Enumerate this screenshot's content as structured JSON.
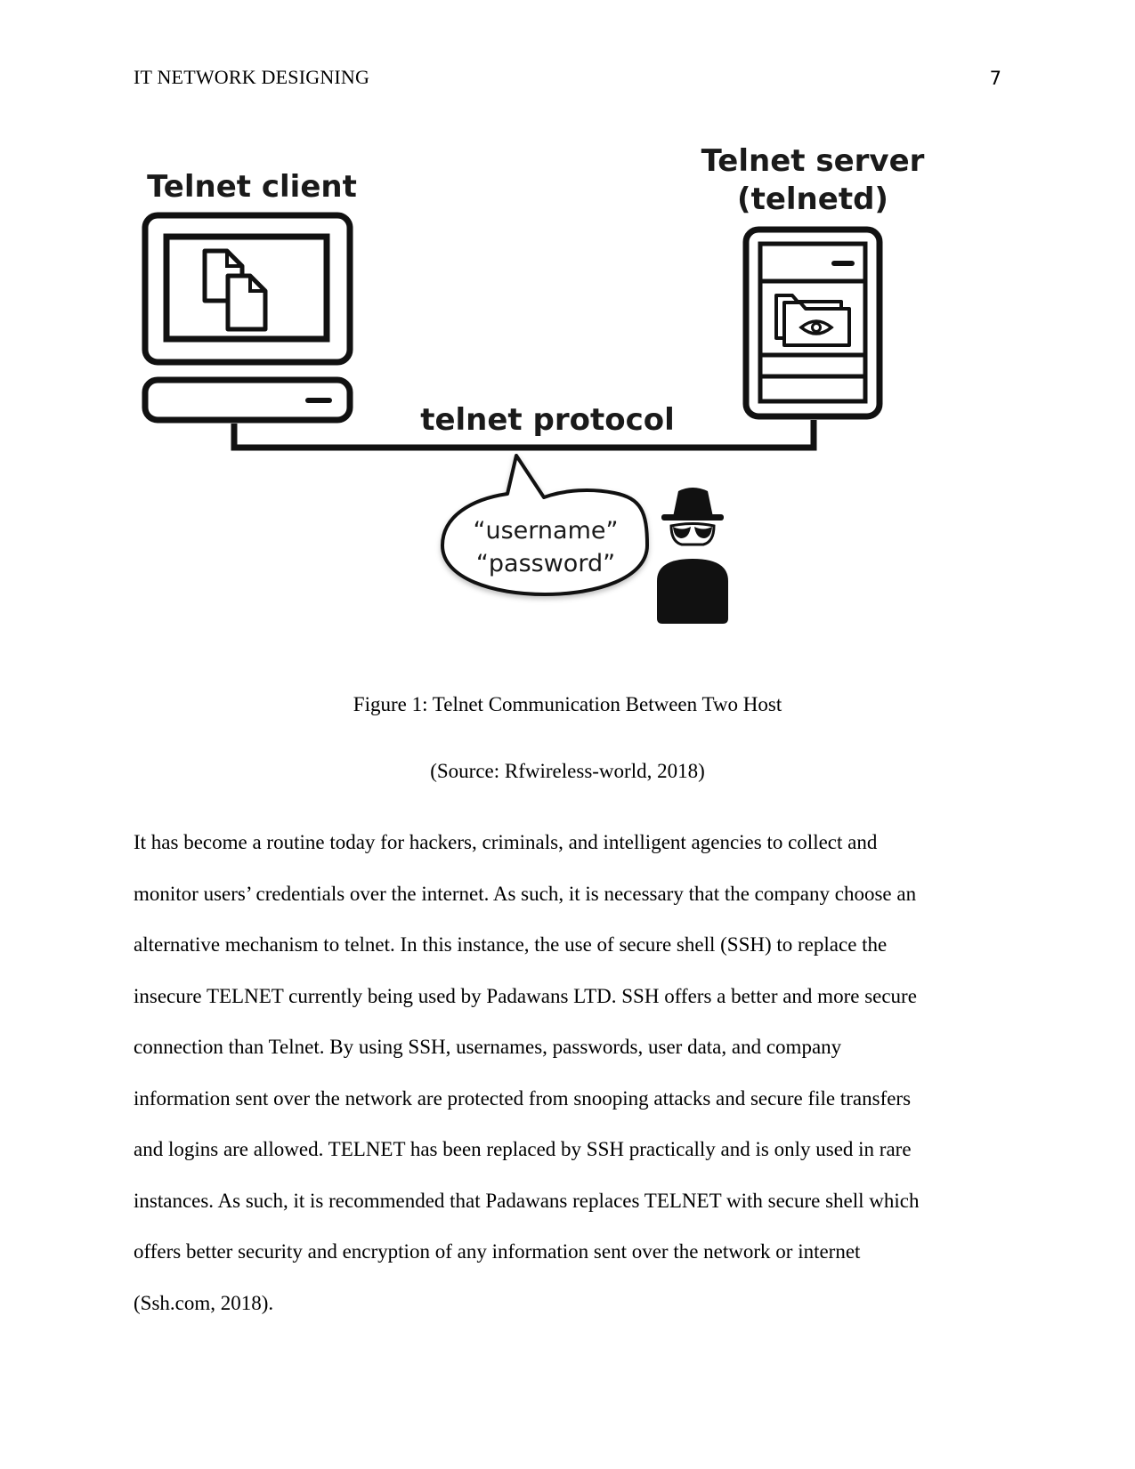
{
  "header": {
    "running_head": "IT NETWORK DESIGNING",
    "page_number": "7"
  },
  "figure": {
    "client_label": "Telnet client",
    "server_label_line1": "Telnet server",
    "server_label_line2": "(telnetd)",
    "protocol_label": "telnet protocol",
    "bubble_line1": "“username”",
    "bubble_line2": "“password”",
    "icons": [
      "computer-icon",
      "documents-icon",
      "server-icon",
      "folder-eye-icon",
      "hacker-icon"
    ]
  },
  "caption": {
    "title": "Figure 1: Telnet Communication Between Two Host",
    "source": "(Source: Rfwireless-world, 2018)"
  },
  "body": {
    "lines": [
      "It has become a routine today for hackers, criminals, and intelligent agencies to collect and",
      "monitor users’ credentials over the internet. As such, it is necessary that the company choose an",
      "alternative mechanism to telnet. In this instance, the use of secure shell (SSH) to replace the",
      "insecure TELNET currently being used by Padawans LTD. SSH offers a better and more secure",
      "connection than Telnet. By using SSH, usernames, passwords, user data, and company",
      "information sent over the network are protected from snooping attacks and secure file transfers",
      "and logins are allowed. TELNET has been replaced by SSH practically and is only used in rare",
      "instances. As such, it is recommended that Padawans replaces TELNET with secure shell which",
      "offers better security and encryption of any information sent over the network or internet",
      "(Ssh.com, 2018)."
    ]
  }
}
